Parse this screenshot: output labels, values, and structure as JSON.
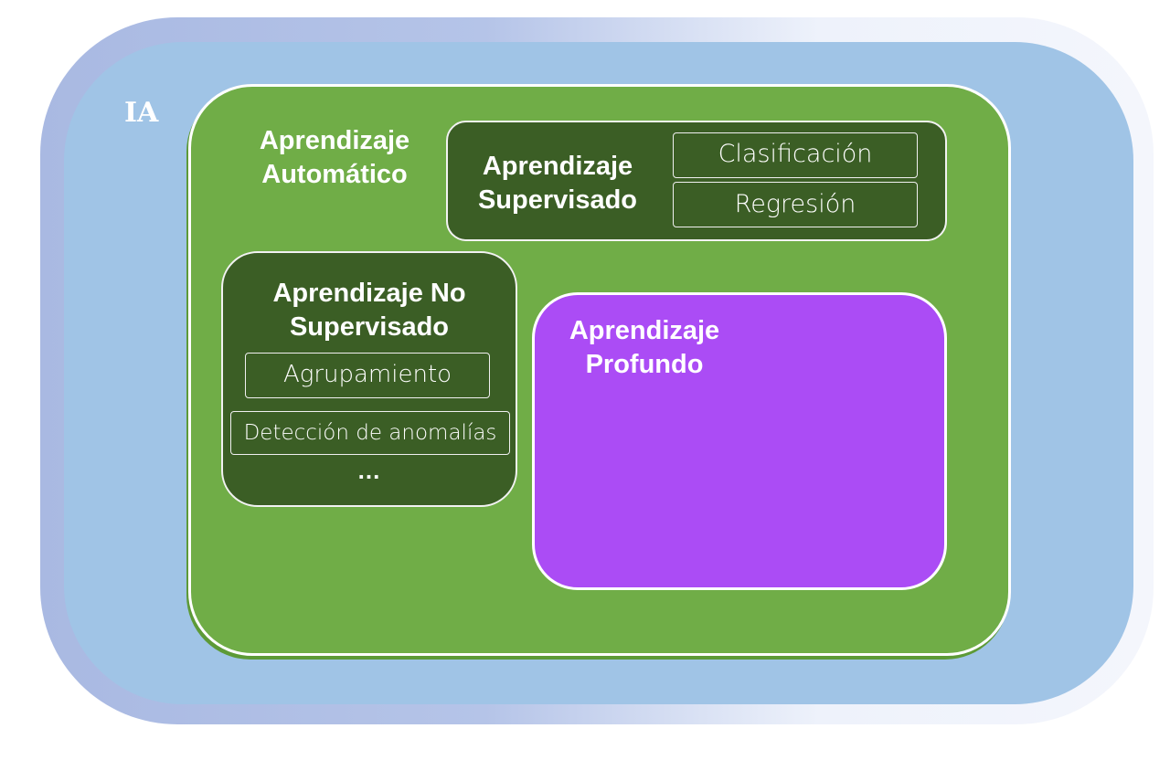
{
  "diagram": {
    "type": "nested-sets",
    "outer": {
      "label": "IA",
      "color": "#a0c4e6"
    },
    "machine_learning": {
      "label_line1": "Aprendizaje",
      "label_line2": "Automático",
      "color": "#70ad47"
    },
    "supervised": {
      "label_line1": "Aprendizaje",
      "label_line2": "Supervisado",
      "color": "#3b5e25",
      "items": [
        "Clasificación",
        "Regresión"
      ]
    },
    "unsupervised": {
      "label_line1": "Aprendizaje No",
      "label_line2": "Supervisado",
      "color": "#3b5e25",
      "items": [
        "Agrupamiento",
        "Detección de anomalías"
      ],
      "more": "..."
    },
    "deep_learning": {
      "label_line1": "Aprendizaje",
      "label_line2": "Profundo",
      "color": "#ab4cf5"
    }
  }
}
